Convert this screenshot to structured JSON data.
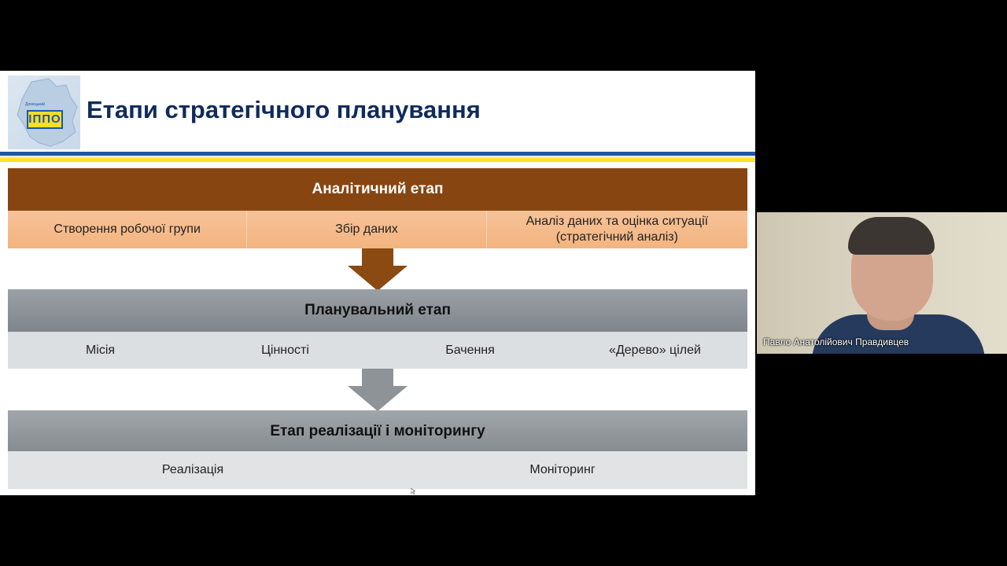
{
  "slide": {
    "logo_text": "ІППО",
    "logo_subtext": "Донецький",
    "title": "Етапи стратегічного планування",
    "stages": [
      {
        "title": "Аналітичний етап",
        "items": [
          "Створення робочої групи",
          "Збір даних",
          "Аналіз даних та оцінка ситуації (стратегічний аналіз)"
        ]
      },
      {
        "title": "Планувальний етап",
        "items": [
          "Місія",
          "Цінності",
          "Бачення",
          "«Дерево» цілей"
        ]
      },
      {
        "title": "Етап реалізації і моніторингу",
        "items": [
          "Реалізація",
          "Моніторинг"
        ]
      }
    ],
    "colors": {
      "stage1_header": "#874511",
      "stage1_sub": "#f3b47f",
      "stage_gray": "#8a9096",
      "arrow1": "#8a4a12",
      "arrow2": "#8e9398",
      "stripe_blue": "#1d56a6",
      "stripe_yellow": "#fbe422"
    }
  },
  "participant": {
    "name": "Павло Анатолійович Правдивцев"
  }
}
